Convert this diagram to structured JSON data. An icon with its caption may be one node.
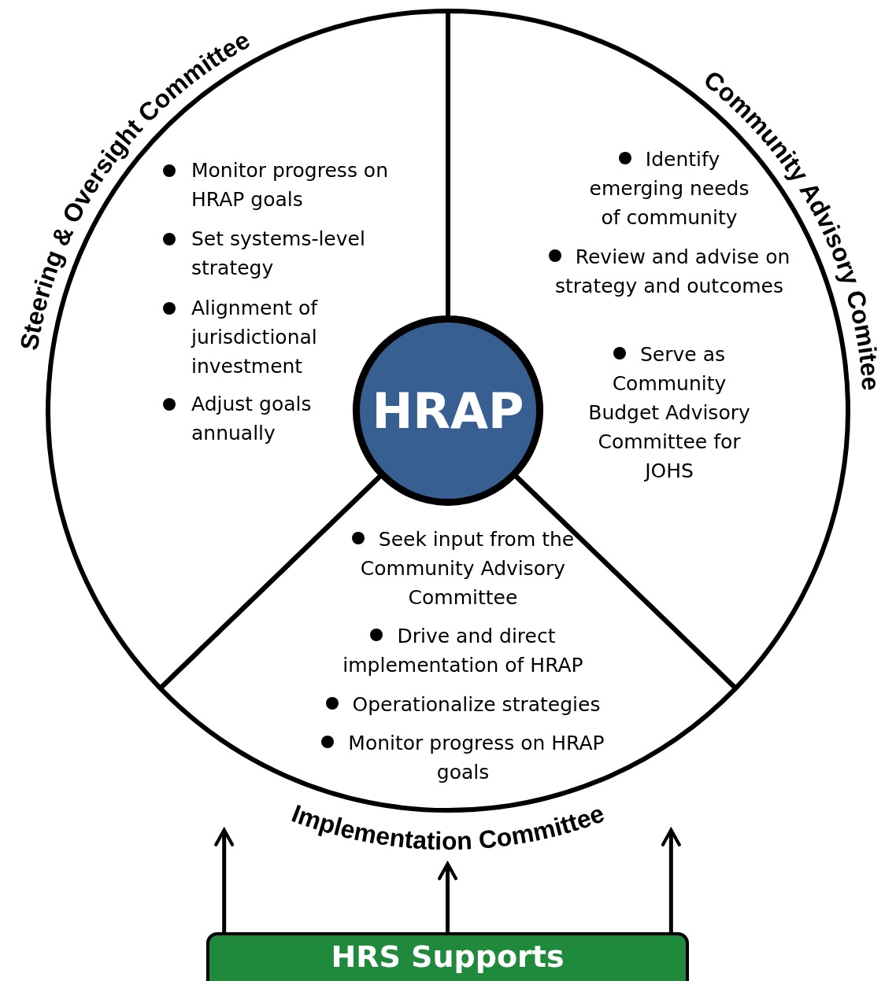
{
  "diagram": {
    "nodes": [
      {
        "text": [
          "Steering & Oversight Committee",
          "Monitor progress on HRAP goals",
          "Set systems-level strategy",
          "Alignment of jurisdictional investment",
          "Adjust goals annually"
        ]
      },
      {
        "text": [
          "Community Advisory Comitee",
          "Identify emerging needs of community",
          "Review and advise on strategy and outcomes",
          "Serve as Community Budget Advisory Committee for JOHS"
        ]
      },
      {
        "text": [
          "HRAP"
        ]
      },
      {
        "text": [
          "Seek input from the Community Advisory Committee",
          "Drive and direct implementation of HRAP",
          "Operationalize strategies",
          "Monitor progress on HRAP goals",
          "Implementation Committee"
        ]
      },
      {
        "text": [
          "HRS Supports"
        ]
      }
    ],
    "edges": [
      {
        "from": 4,
        "to": 3,
        "arrow": "to"
      },
      {
        "from": 4,
        "to": 3,
        "arrow": "to"
      },
      {
        "from": 4,
        "to": 3,
        "arrow": "to"
      }
    ]
  }
}
